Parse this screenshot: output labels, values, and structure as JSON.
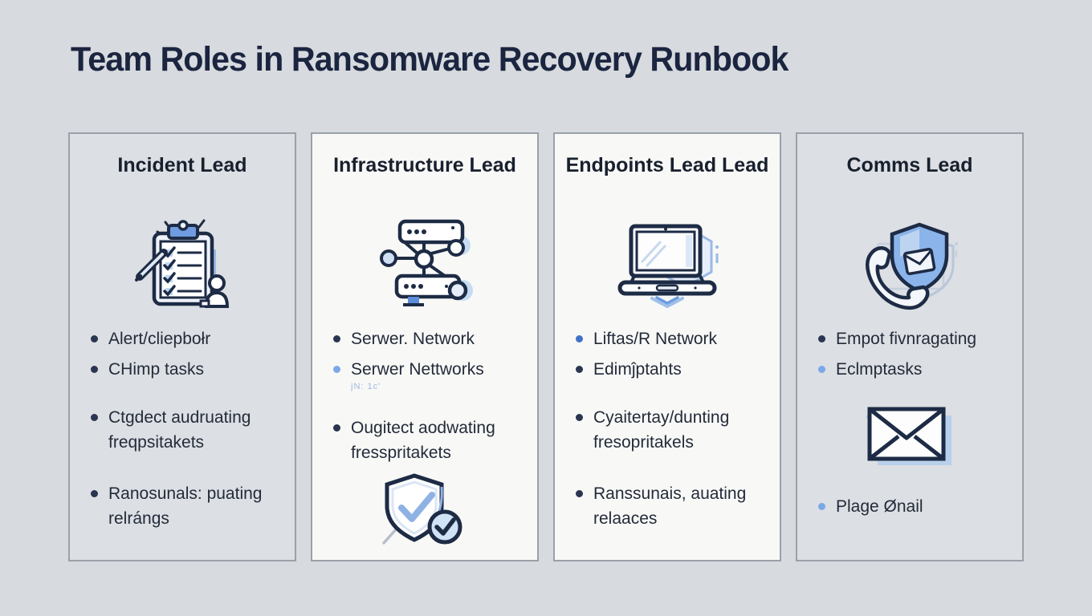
{
  "title": "Team Roles in Ransomware Recovery Runbook",
  "colors": {
    "page_bg": "#d7dade",
    "title_text": "#1b2540",
    "card_border": "#9ba1aa",
    "card_bg_gray": "#dcdfe3",
    "card_bg_white": "#f8f8f6",
    "body_text": "#232b3a",
    "bullet_dark": "#2a3550",
    "bullet_blue": "#3f72c8",
    "bullet_lightblue": "#7ba9e8",
    "icon_navy": "#1d2b45",
    "icon_blue": "#6f9be0",
    "icon_lightblue": "#aecbf0"
  },
  "columns": [
    {
      "header": "Incident Lead",
      "icon": "clipboard-checklist-icon",
      "bullets": [
        {
          "line1": "Alert/cliepbołr"
        },
        {
          "line1": "CHimp tasks"
        },
        {
          "line1": "Ctgdect audruating",
          "line2": "freqpsitakets"
        },
        {
          "line1": "Ranosunals: puating",
          "line2": "relrángs"
        }
      ]
    },
    {
      "header": "Infrastructure Lead",
      "icon": "server-network-icon",
      "bullets": [
        {
          "line1": "Serwer. Network"
        },
        {
          "line1": "Serwer Nettworks",
          "subtext": "jN: 1c'"
        },
        {
          "line1": "Ougitect aodwating",
          "line2": "fresspritakets"
        }
      ],
      "footer_icon": "shield-check-icon"
    },
    {
      "header": "Endpoints Lead Lead",
      "icon": "laptop-icon",
      "bullets": [
        {
          "line1": "Liftas/R Network"
        },
        {
          "line1": "Edimĵptahts"
        },
        {
          "line1": "Cyaitertay/dunting",
          "line2": "fresopritakels"
        },
        {
          "line1": "Ranssunais, auating",
          "line2": "relaaces"
        }
      ]
    },
    {
      "header": "Comms Lead",
      "icon": "phone-shield-icon",
      "bullets": [
        {
          "line1": "Empot fivnragating"
        },
        {
          "line1": "Eclmptasks"
        },
        {
          "line1": "Plage Ønail"
        }
      ],
      "middle_icon": "envelope-icon"
    }
  ]
}
